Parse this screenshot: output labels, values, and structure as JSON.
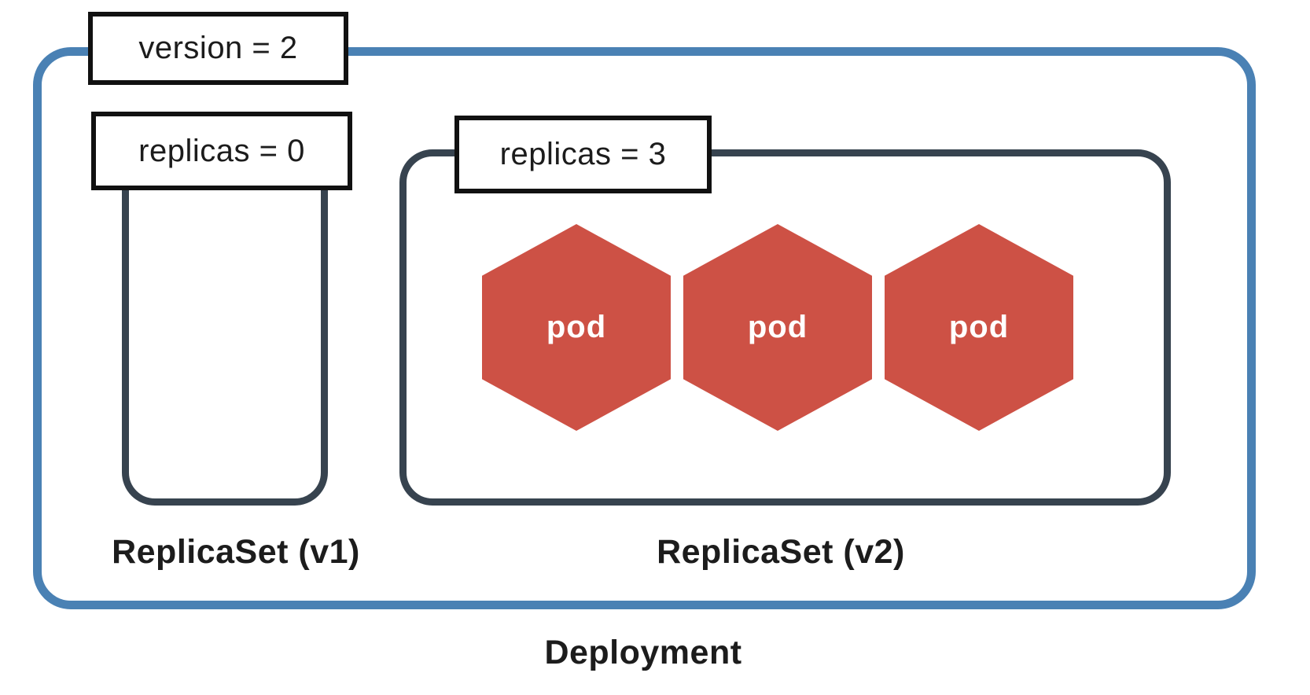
{
  "deployment": {
    "label": "Deployment",
    "version_badge": "version = 2",
    "replicasets": [
      {
        "name": "ReplicaSet (v1)",
        "replicas_badge": "replicas = 0",
        "pods": []
      },
      {
        "name": "ReplicaSet (v2)",
        "replicas_badge": "replicas = 3",
        "pods": [
          {
            "label": "pod"
          },
          {
            "label": "pod"
          },
          {
            "label": "pod"
          }
        ]
      }
    ]
  },
  "colors": {
    "deployment_border": "#4a81b4",
    "replicaset_border": "#37434f",
    "badge_border": "#111111",
    "pod_fill": "#cd5145",
    "pod_text": "#ffffff",
    "label_text": "#1c1c1c",
    "background": "#ffffff"
  }
}
